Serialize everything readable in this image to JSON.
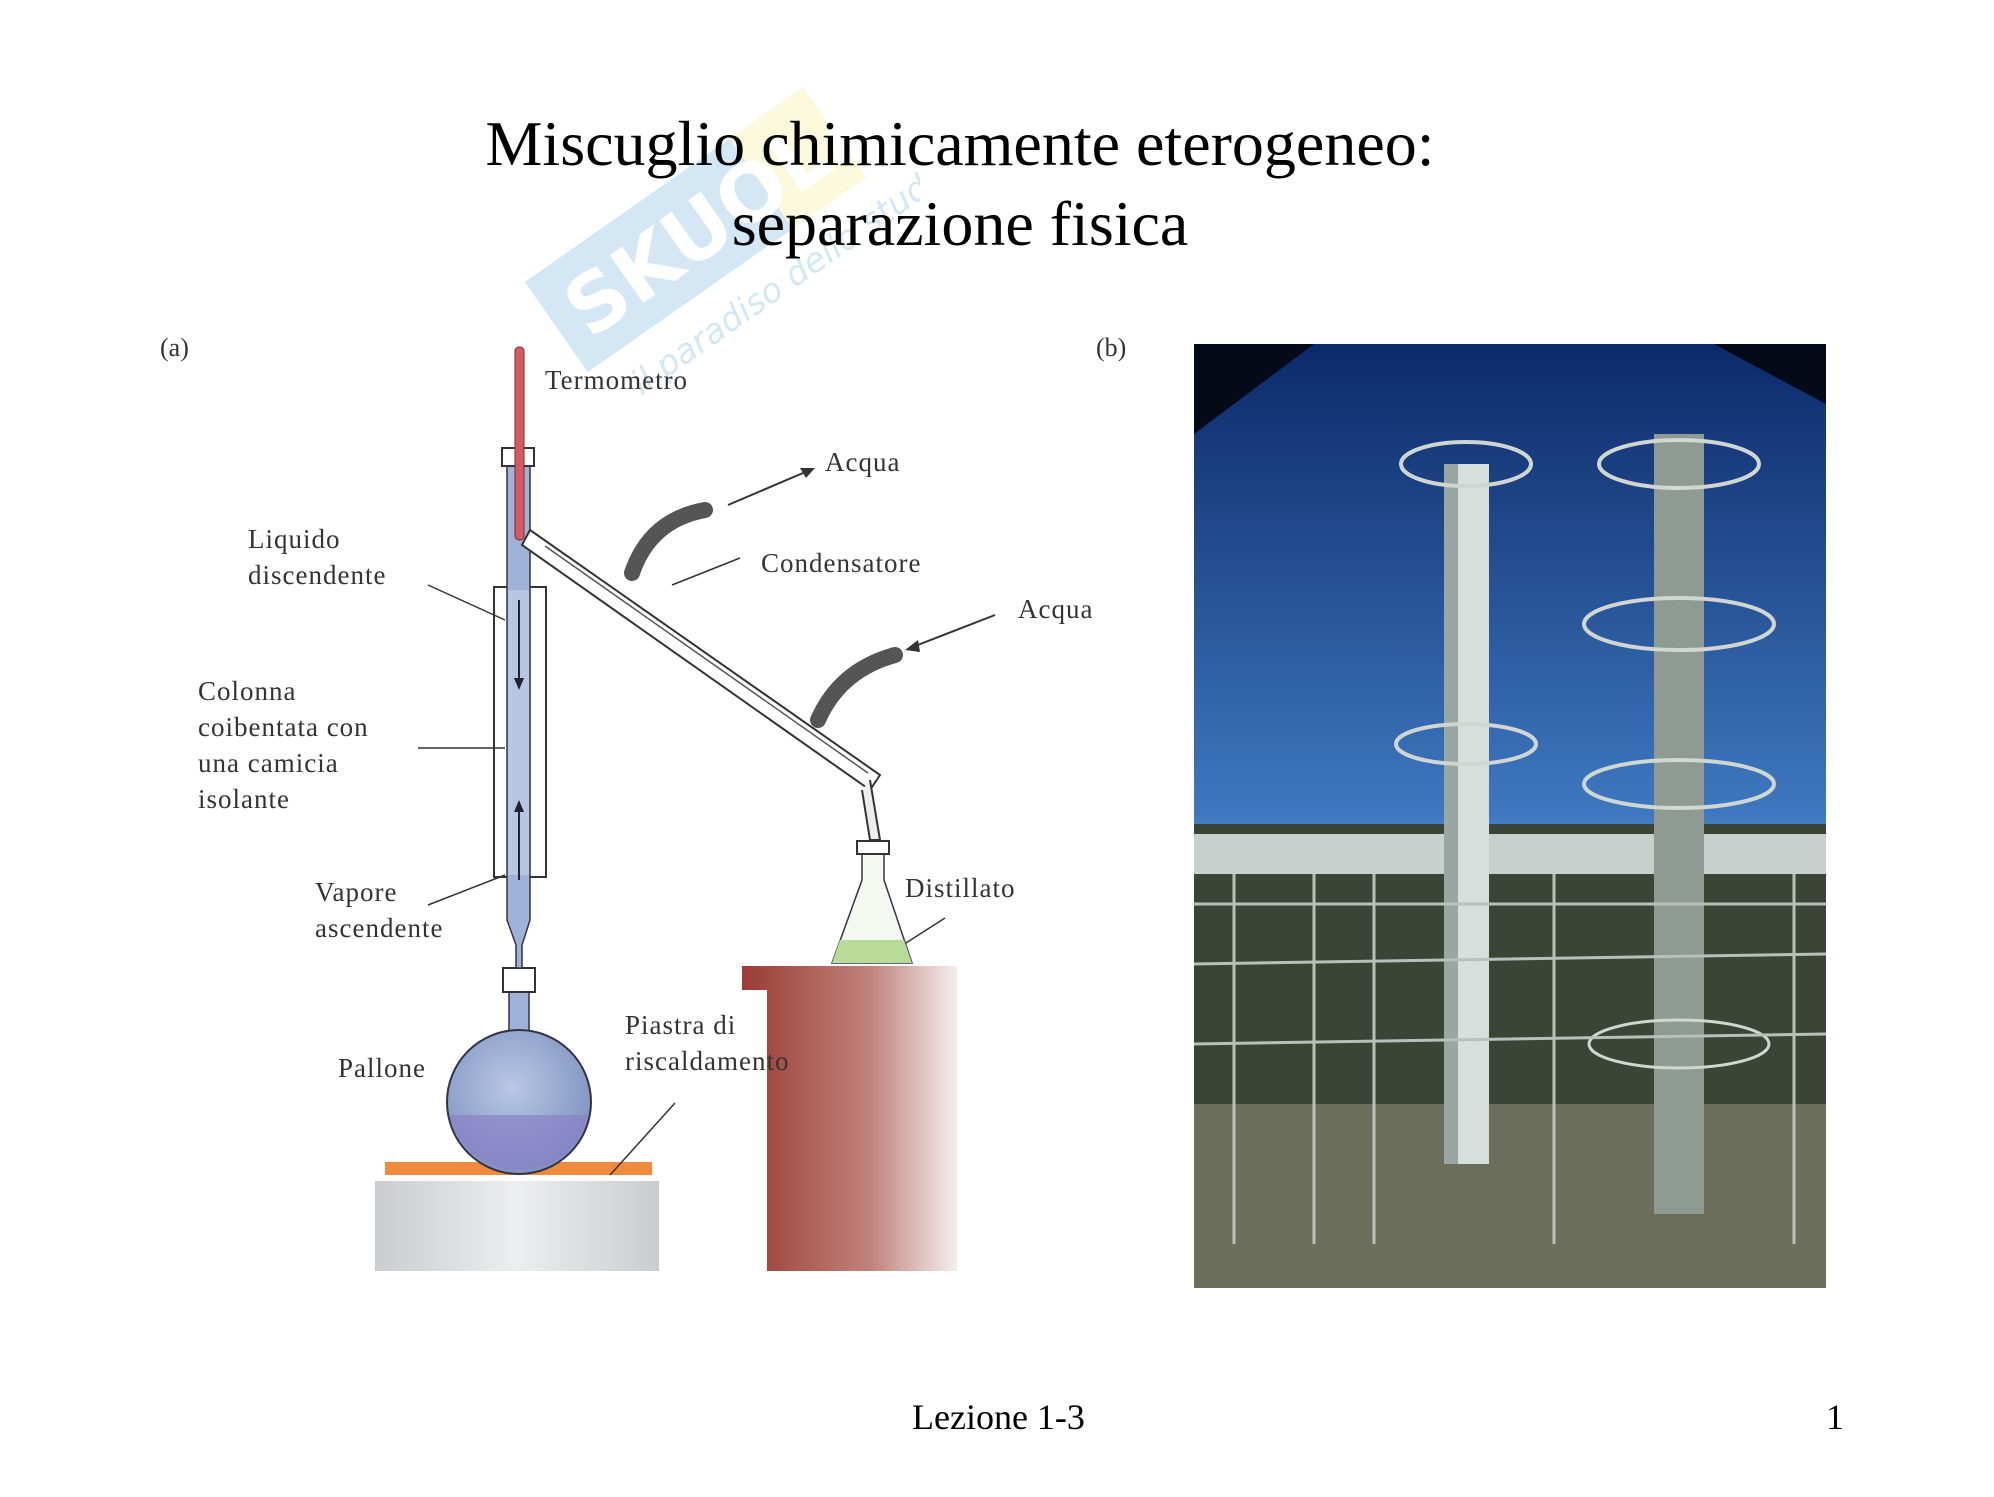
{
  "slide": {
    "title_line1": "Miscuglio chimicamente eterogeneo:",
    "title_line2": "separazione fisica",
    "footer": "Lezione 1-3",
    "page_number": "1"
  },
  "figure_a": {
    "panel_label": "(a)",
    "labels": {
      "thermometer": "Termometro",
      "water_out": "Acqua",
      "descending_liquid": "Liquido\ndiscendente",
      "condenser": "Condensatore",
      "water_in": "Acqua",
      "column": "Colonna\ncoibentata con\nuna camicia\nisolante",
      "ascending_vapor": "Vapore\nascendente",
      "distillate": "Distillato",
      "heating_plate": "Piastra di\nriscaldamento",
      "flask": "Pallone"
    }
  },
  "figure_b": {
    "panel_label": "(b)"
  },
  "watermark": {
    "text": "Skuola.net",
    "tagline": "il paradiso dello studente"
  }
}
